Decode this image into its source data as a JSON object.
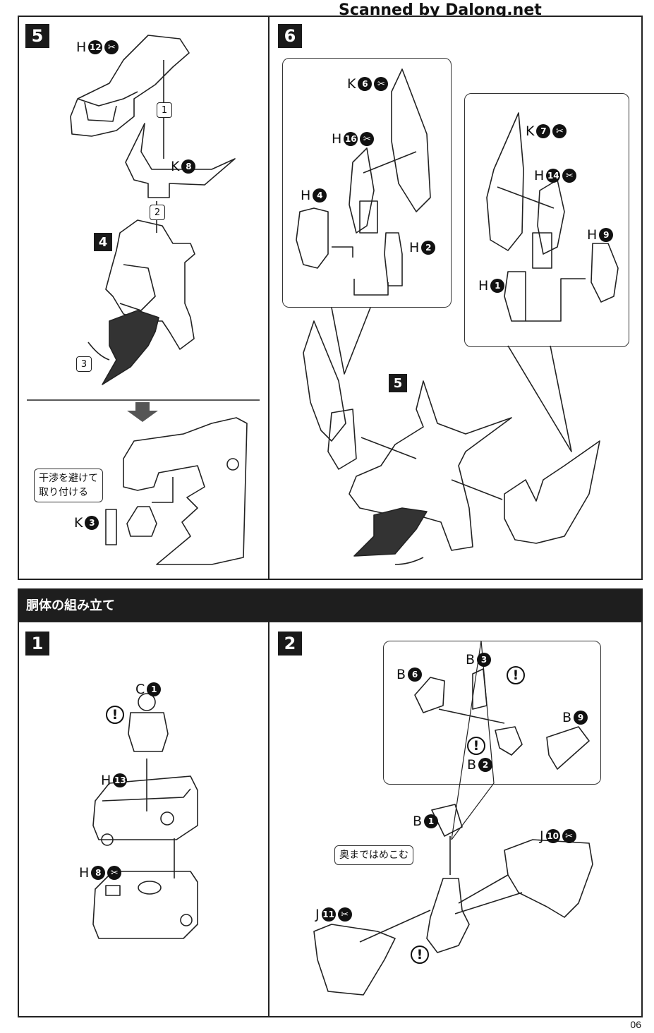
{
  "watermark": "Scanned by Dalong.net",
  "page_number": "06",
  "section_title": "胴体の組み立て",
  "steps": {
    "s5": "5",
    "s6": "6",
    "s1": "1",
    "s2": "2",
    "ref4": "4",
    "ref5": "5"
  },
  "parts": {
    "h12": {
      "letter": "H",
      "num": "12"
    },
    "k8": {
      "letter": "K",
      "num": "8"
    },
    "k3": {
      "letter": "K",
      "num": "3"
    },
    "k6": {
      "letter": "K",
      "num": "6"
    },
    "h16": {
      "letter": "H",
      "num": "16"
    },
    "h4": {
      "letter": "H",
      "num": "4"
    },
    "h2": {
      "letter": "H",
      "num": "2"
    },
    "k7": {
      "letter": "K",
      "num": "7"
    },
    "h14": {
      "letter": "H",
      "num": "14"
    },
    "h9": {
      "letter": "H",
      "num": "9"
    },
    "h1": {
      "letter": "H",
      "num": "1"
    },
    "c1": {
      "letter": "C",
      "num": "1"
    },
    "h13": {
      "letter": "H",
      "num": "13"
    },
    "h8": {
      "letter": "H",
      "num": "8"
    },
    "b6": {
      "letter": "B",
      "num": "6"
    },
    "b3": {
      "letter": "B",
      "num": "3"
    },
    "b9": {
      "letter": "B",
      "num": "9"
    },
    "b2": {
      "letter": "B",
      "num": "2"
    },
    "b1": {
      "letter": "B",
      "num": "1"
    },
    "j10": {
      "letter": "J",
      "num": "10"
    },
    "j11": {
      "letter": "J",
      "num": "11"
    }
  },
  "notes": {
    "avoid": "干渉を避けて\n取り付ける",
    "push": "奥まではめこむ"
  },
  "order": {
    "one": "1",
    "two": "2",
    "three": "3"
  }
}
